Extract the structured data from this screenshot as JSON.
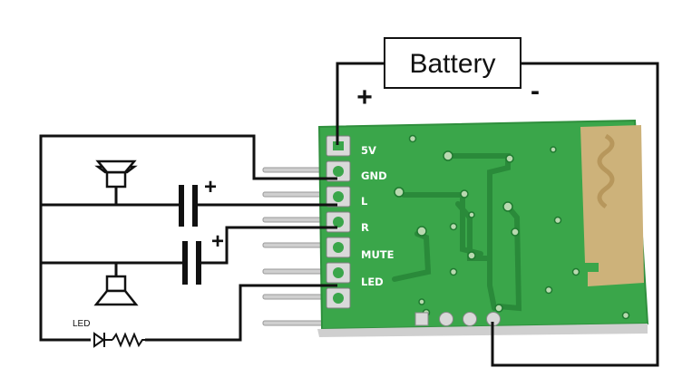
{
  "battery": {
    "label": "Battery",
    "plus": "+",
    "minus": "-"
  },
  "pins": [
    {
      "id": "5v",
      "label": "5V"
    },
    {
      "id": "gnd",
      "label": "GND"
    },
    {
      "id": "l",
      "label": "L"
    },
    {
      "id": "r",
      "label": "R"
    },
    {
      "id": "mute",
      "label": "MUTE"
    },
    {
      "id": "led",
      "label": "LED"
    }
  ],
  "capacitor_polarity": "+",
  "led_label": "LED",
  "colors": {
    "pcb": "#3aa64a",
    "pcb_edge": "#2f8f3d",
    "trace": "#2a8a3a",
    "antenna": "#cdb27a",
    "pin_metal": "#c9c9c9",
    "wire": "#111111"
  }
}
